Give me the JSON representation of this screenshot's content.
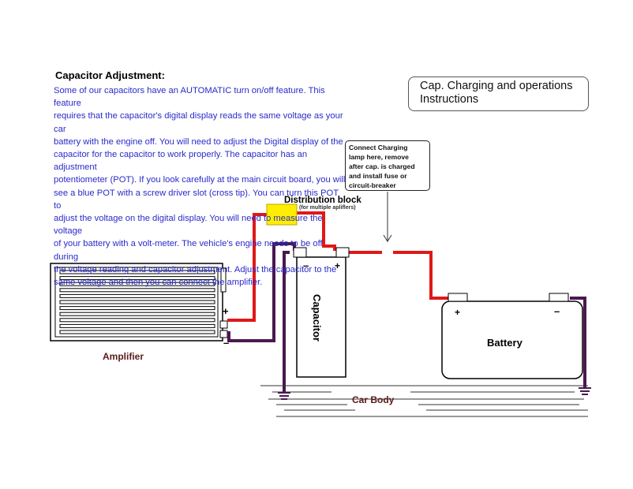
{
  "heading": "Capacitor Adjustment:",
  "body_lines": [
    "Some of our capacitors have an AUTOMATIC turn on/off feature. This feature",
    "requires that the capacitor's digital display reads the same voltage as your car",
    "battery with the engine off. You will need to adjust the Digital display of the",
    "capacitor for the capacitor to work properly. The capacitor has an adjustment",
    "potentiometer (POT). If you look carefully at the main circuit board, you will",
    "see a blue POT with a screw driver slot (cross tip). You can turn this POT to",
    "adjust the voltage on the digital display. You will need to measure the voltage",
    "of your battery with a volt-meter. The vehicle's engine needs to be off during",
    "the voltage reading and capacitor adjustment. Adjust the capacitor to the",
    "same voltage and then you can connect the amplifier."
  ],
  "title_box": {
    "line1": "Cap. Charging and operations",
    "line2": "Instructions"
  },
  "lamp_note": [
    "Connect Charging",
    "lamp here, remove",
    "after cap. is charged",
    "and install fuse or",
    "circuit-breaker"
  ],
  "labels": {
    "distribution_block": "Distribution block",
    "distribution_sub": "(for multiple apliflers)",
    "amplifier": "Amplifier",
    "capacitor": "Capacitor",
    "battery": "Battery",
    "car_body": "Car Body",
    "plus": "+",
    "minus": "–"
  },
  "colors": {
    "positive_wire": "#e01818",
    "ground_wire": "#4a1850",
    "distribution_block": "#ffee00",
    "body_text": "#2a2acb"
  }
}
